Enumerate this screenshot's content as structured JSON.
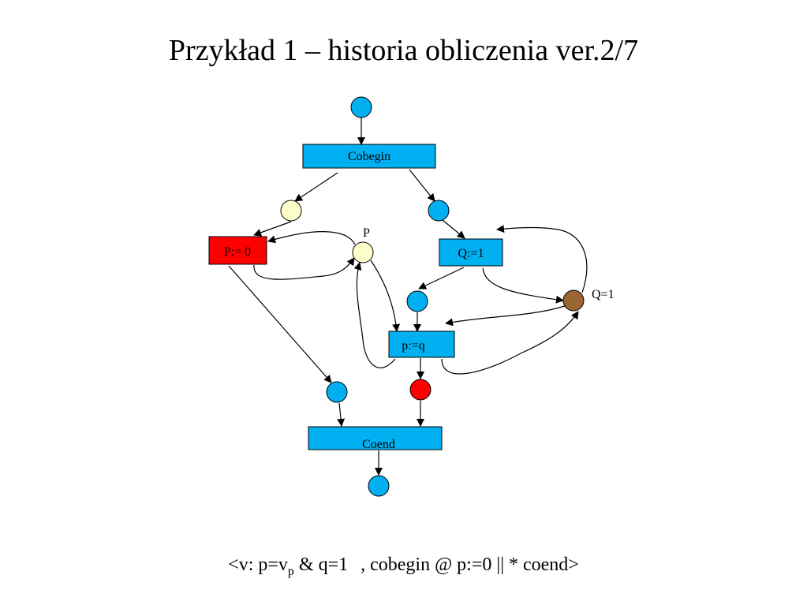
{
  "title": "Przykład 1 – historia obliczenia ver.2/7",
  "colors": {
    "blue": "#00b0f0",
    "red": "#ff0000",
    "pale": "#ffffcc",
    "brown": "#996633"
  },
  "boxes": {
    "cobegin": "Cobegin",
    "p_assign": "P:= 0",
    "q_assign": "Q:=1",
    "pq_assign": "p:=q",
    "coend": "Coend"
  },
  "places": {
    "p_label": "P",
    "q_label": "Q=1"
  },
  "formula": {
    "part1": "<v: p=v",
    "sub": "p",
    "part2": " & q=1",
    "part3": ",  cobegin @ p:=0 || * coend>"
  }
}
